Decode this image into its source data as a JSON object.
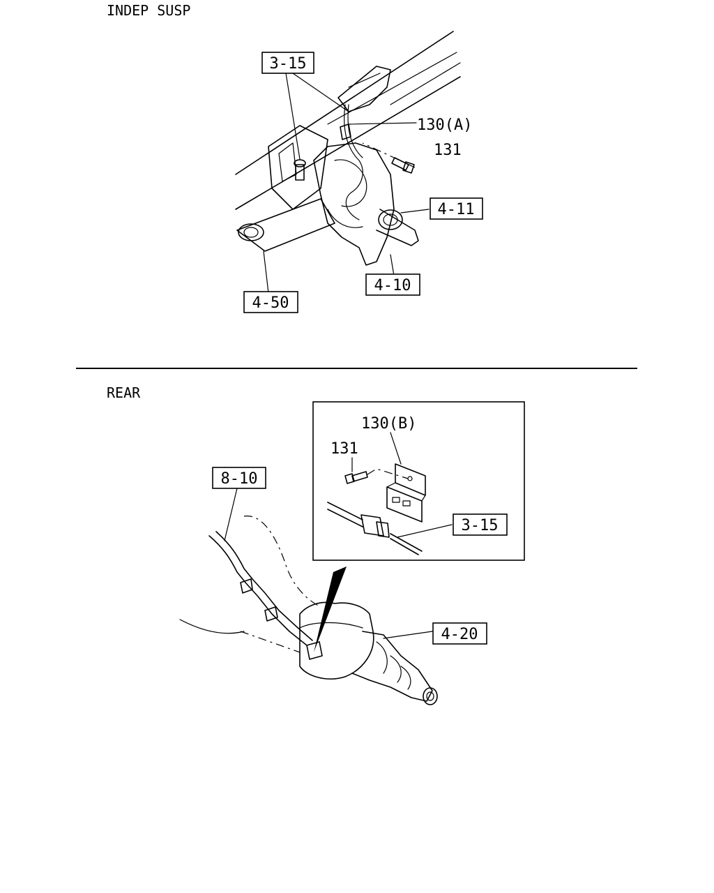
{
  "sections": {
    "top": {
      "title": "INDEP SUSP"
    },
    "bottom": {
      "title": "REAR"
    }
  },
  "callouts": {
    "top_3_15": "3-15",
    "top_130A": "130(A)",
    "top_131": "131",
    "top_4_11": "4-11",
    "top_4_10": "4-10",
    "top_4_50": "4-50",
    "inset_130B": "130(B)",
    "inset_131": "131",
    "inset_3_15": "3-15",
    "rear_8_10": "8-10",
    "rear_4_20": "4-20"
  }
}
